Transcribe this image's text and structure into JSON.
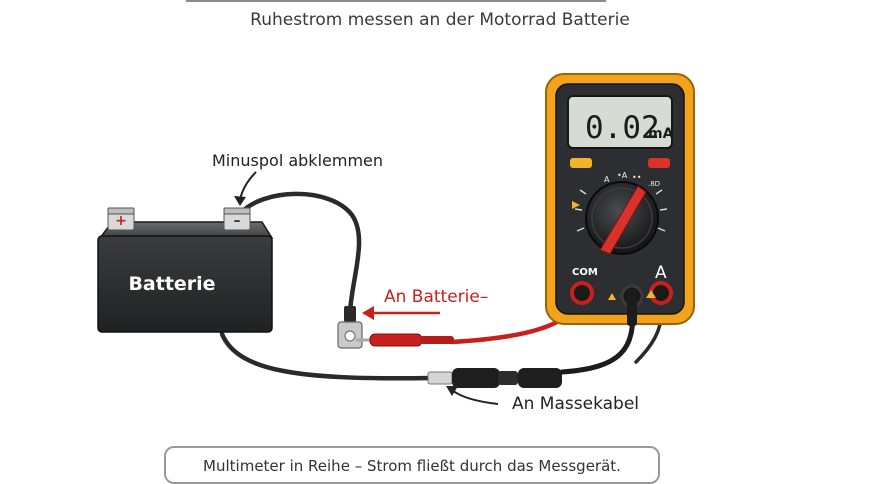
{
  "title": "Ruhestrom messen an der Motorrad Batterie",
  "labels": {
    "battery": "Batterie",
    "minus_label": "Minuspol abklemmen",
    "an_batterie": "An Batterie–",
    "an_massekabel": "An Massekabel",
    "plus_sign": "+",
    "minus_sign": "–"
  },
  "multimeter": {
    "display_value": "0.02",
    "display_unit": "mA",
    "com_label": "COM",
    "a_label": "A",
    "dial_marks": [
      "A",
      "•A",
      "••",
      ".8D"
    ]
  },
  "caption": "Multimeter in Reihe – Strom fließt durch das Messgerät.",
  "colors": {
    "red_lead": "#c8201e",
    "multimeter_body": "#f3a21c",
    "battery_body": "#2e3033",
    "lcd": "#d6dcd3"
  }
}
